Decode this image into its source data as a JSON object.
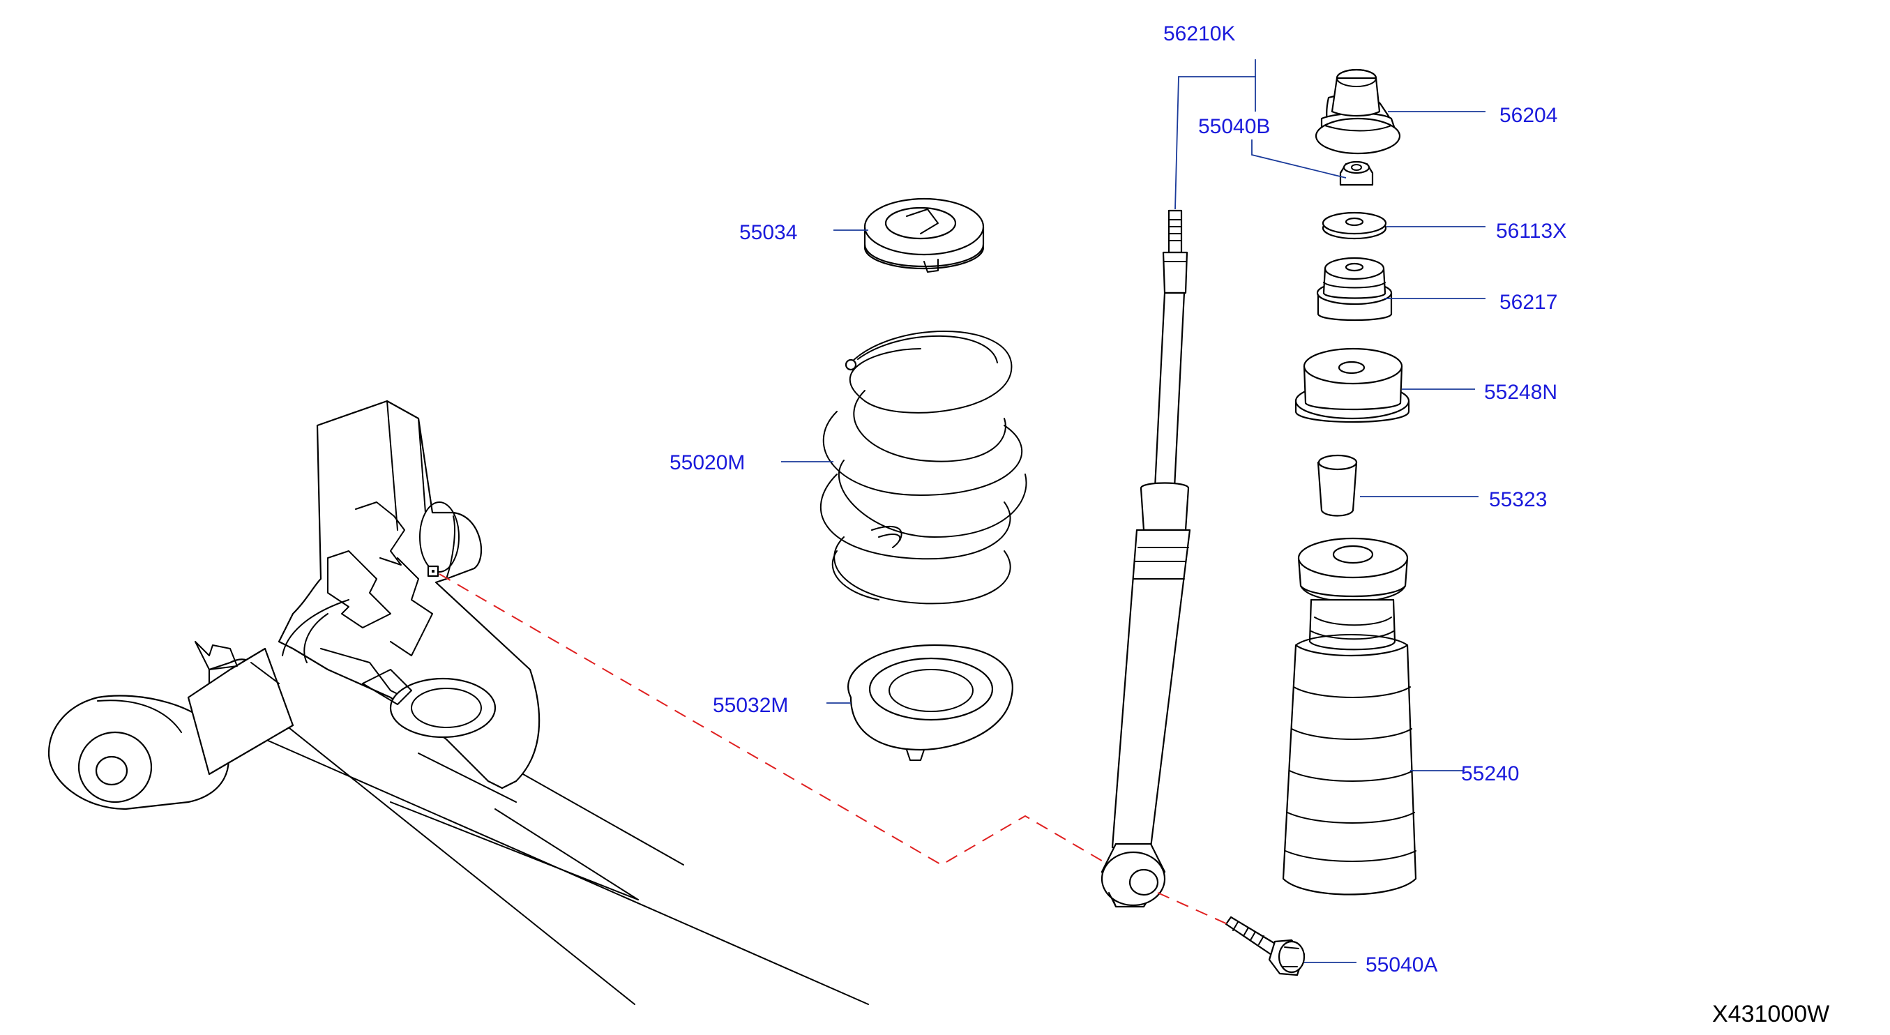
{
  "colors": {
    "label": "#1a1adb",
    "leader": "#1a3a9a",
    "dashed": "#e02020",
    "ink": "#000000"
  },
  "diagram_code": "X431000W",
  "parts": [
    {
      "id": "56210K"
    },
    {
      "id": "55040B"
    },
    {
      "id": "56204"
    },
    {
      "id": "56113X"
    },
    {
      "id": "56217"
    },
    {
      "id": "55248N"
    },
    {
      "id": "55323"
    },
    {
      "id": "55240"
    },
    {
      "id": "55034"
    },
    {
      "id": "55020M"
    },
    {
      "id": "55032M"
    },
    {
      "id": "55040A"
    }
  ]
}
